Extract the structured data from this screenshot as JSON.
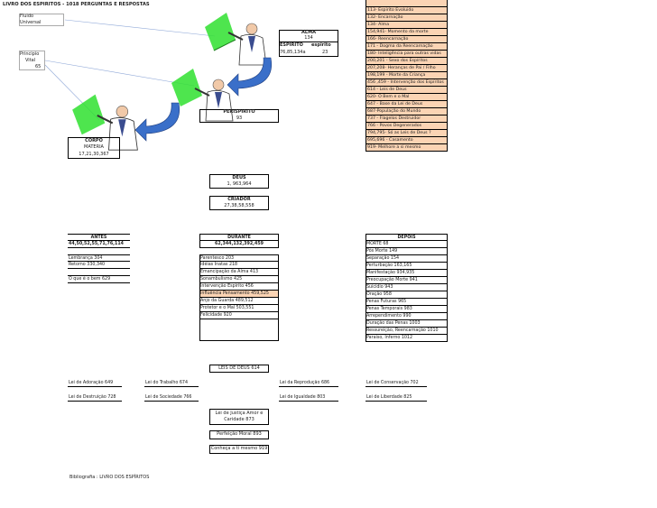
{
  "title": "LIVRO DOS ESPIRITOS - 1018 PERGUNTAS E RESPOSTAS",
  "left_labels": {
    "fluido": "Fluido",
    "universal": "Universal",
    "principio": "Principio",
    "vital": "Vital",
    "vital_num": "65"
  },
  "alma_box": {
    "title": "ALMA",
    "num": "134",
    "espirito": "ESPIRITO",
    "espirito_lower": "espirito",
    "refs": "76,85,134a",
    "refs2": "23"
  },
  "perispirito": {
    "title": "PERISPIRITO",
    "num": "93"
  },
  "corpo": {
    "title": "CORPO",
    "sub": "MATERIA",
    "num": "17,21,30,367"
  },
  "deus": {
    "title": "DEUS",
    "num": "1, 963,964"
  },
  "criador": {
    "title": "CRIADOR",
    "num": "27,38,58,558"
  },
  "right_list": [
    "113- Espirito Evoluido",
    "132- Encarnação",
    "134- Alma",
    "154,941- Momento da morte",
    "166- Reencarnação",
    "171 - Dogma da Reencarnação",
    "180- Inteligência para outras vidas",
    "200,201 - Sexo dos Espíritos",
    "207,208- Heranças de Pai / Filho",
    "198,199 - Morte da Criança",
    "456 ,459 - Intervenção dos Espíritos",
    "614 - Leis de Deus",
    "620- O Bem e o Mal",
    "647 - Base da Lei de Deus",
    "687-População do Mundo",
    "737 - Flagelos Destruidor",
    "766 - Povos Degenerados",
    "794,795- Só as Leis de Deus ?",
    "695,696 - Casamento",
    "919- Melhore a si mesmo"
  ],
  "antes": {
    "title": "ANTES",
    "refs": "44,50,52,55,71,76,114",
    "items": [
      "Lembrança 304",
      "Retorno 330,340",
      "",
      "O que é o bem 629"
    ]
  },
  "durante": {
    "title": "DURANTE",
    "refs": "62,344,132,392,459",
    "items": [
      "Parentesco 203",
      "Idéias Inatas 218",
      "Emancipação da Alma 413",
      "Sonambulismo 425",
      "Intervenção Espirito 456",
      "Influência Pensamento 459,525",
      "Anjo da Guarda 489,512",
      "Protetor e o Mal 503,551",
      "Felicidade 920"
    ]
  },
  "depois": {
    "title": "DEPOIS",
    "items": [
      "MORTE 68",
      "Pós Morte 149",
      "Separação 154",
      "Perturbação 163,165",
      "Manifestação 934,935",
      "Preocupação Morte 941",
      "Suicidio 943",
      "Oração 958",
      "Penas Futuras 965",
      "Penas Temporais 983",
      "Arrependimento 990",
      "Duração das Penas 1003",
      "Ressureição, Reencarnação 1010",
      "Paraiso, Inferno 1012"
    ]
  },
  "leis_de_deus": "LEIS DE DEUS 614",
  "leis_row1": [
    "Lei de Adoração 649",
    "Lei do Trabalho 674",
    "Lei da Reprodução 686",
    "Lei de Conservação 702"
  ],
  "leis_row2": [
    "Lei de Destruição 728",
    "Lei de Sociedade 766",
    "Lei de Igualdade 803",
    "Lei de Liberdade 825"
  ],
  "justica": [
    "Lei de Justiça Amor e",
    "Caridade 873"
  ],
  "perfeicao": "Perfeição Moral 893",
  "conheca": "Conheça a ti mesmo 919",
  "bibliografia": "Bibliografia : LIVRO DOS ESPÍRITOS",
  "colors": {
    "highlight": "#fbd4b4",
    "arrow": "#3a6fc9",
    "glow": "#2fe02f"
  },
  "icons": [
    "presenter-figure",
    "blue-curved-arrow"
  ]
}
